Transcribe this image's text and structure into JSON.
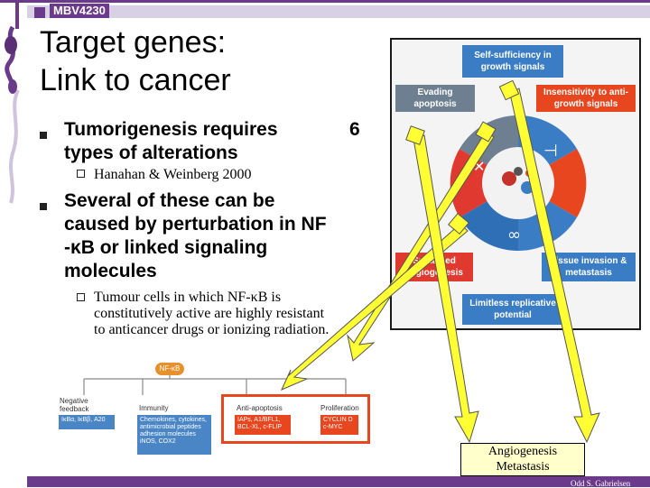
{
  "header": {
    "course": "MBV4230"
  },
  "title": {
    "line1": "Target genes:",
    "line2": "Link to cancer"
  },
  "bullets": [
    {
      "text_a": "Tumorigenesis requires",
      "num": "6",
      "text_b": "types of alterations",
      "sub": "Hanahan & Weinberg 2000"
    },
    {
      "line1": "Several of these can be",
      "line2": "caused by perturbation in NF",
      "line3": "-κB or linked signaling",
      "line4": "molecules",
      "sub1": "Tumour cells in which NF-κB is",
      "sub2": "constitutively active are highly resistant",
      "sub3": "to anticancer drugs or ionizing radiation."
    }
  ],
  "hallmarks": {
    "self_suff": "Self-sufficiency in growth signals",
    "evading": "Evading apoptosis",
    "insens": "Insensitivity to anti-growth signals",
    "angio": "Sustained angiogenesis",
    "tissue": "Tissue invasion & metastasis",
    "limitless": "Limitless replicative potential"
  },
  "pathway": {
    "nfkb": "NF-κB",
    "neg_label": "Negative feedback",
    "neg_box": "IκBα, IκBβ, A20",
    "imm_label": "Immunity",
    "imm_box": "Chemokines, cytokines, antimicrobial peptides adhesion molecules iNOS, COX2",
    "anti_label": "Anti-apoptosis",
    "anti_box": "IAPs, A1/BFL1, BCL-XL, c-FLIP",
    "prolif_label": "Proliferation",
    "prolif_box": "CYCLIN D c-MYC"
  },
  "callout": {
    "line1": "Angiogenesis",
    "line2": "Metastasis"
  },
  "credit": "Odd S. Gabrielsen",
  "colors": {
    "accent": "#6b3a8a",
    "bar": "#d8d0e4",
    "arrow": "#ffff33",
    "highlight": "#e8461e"
  }
}
